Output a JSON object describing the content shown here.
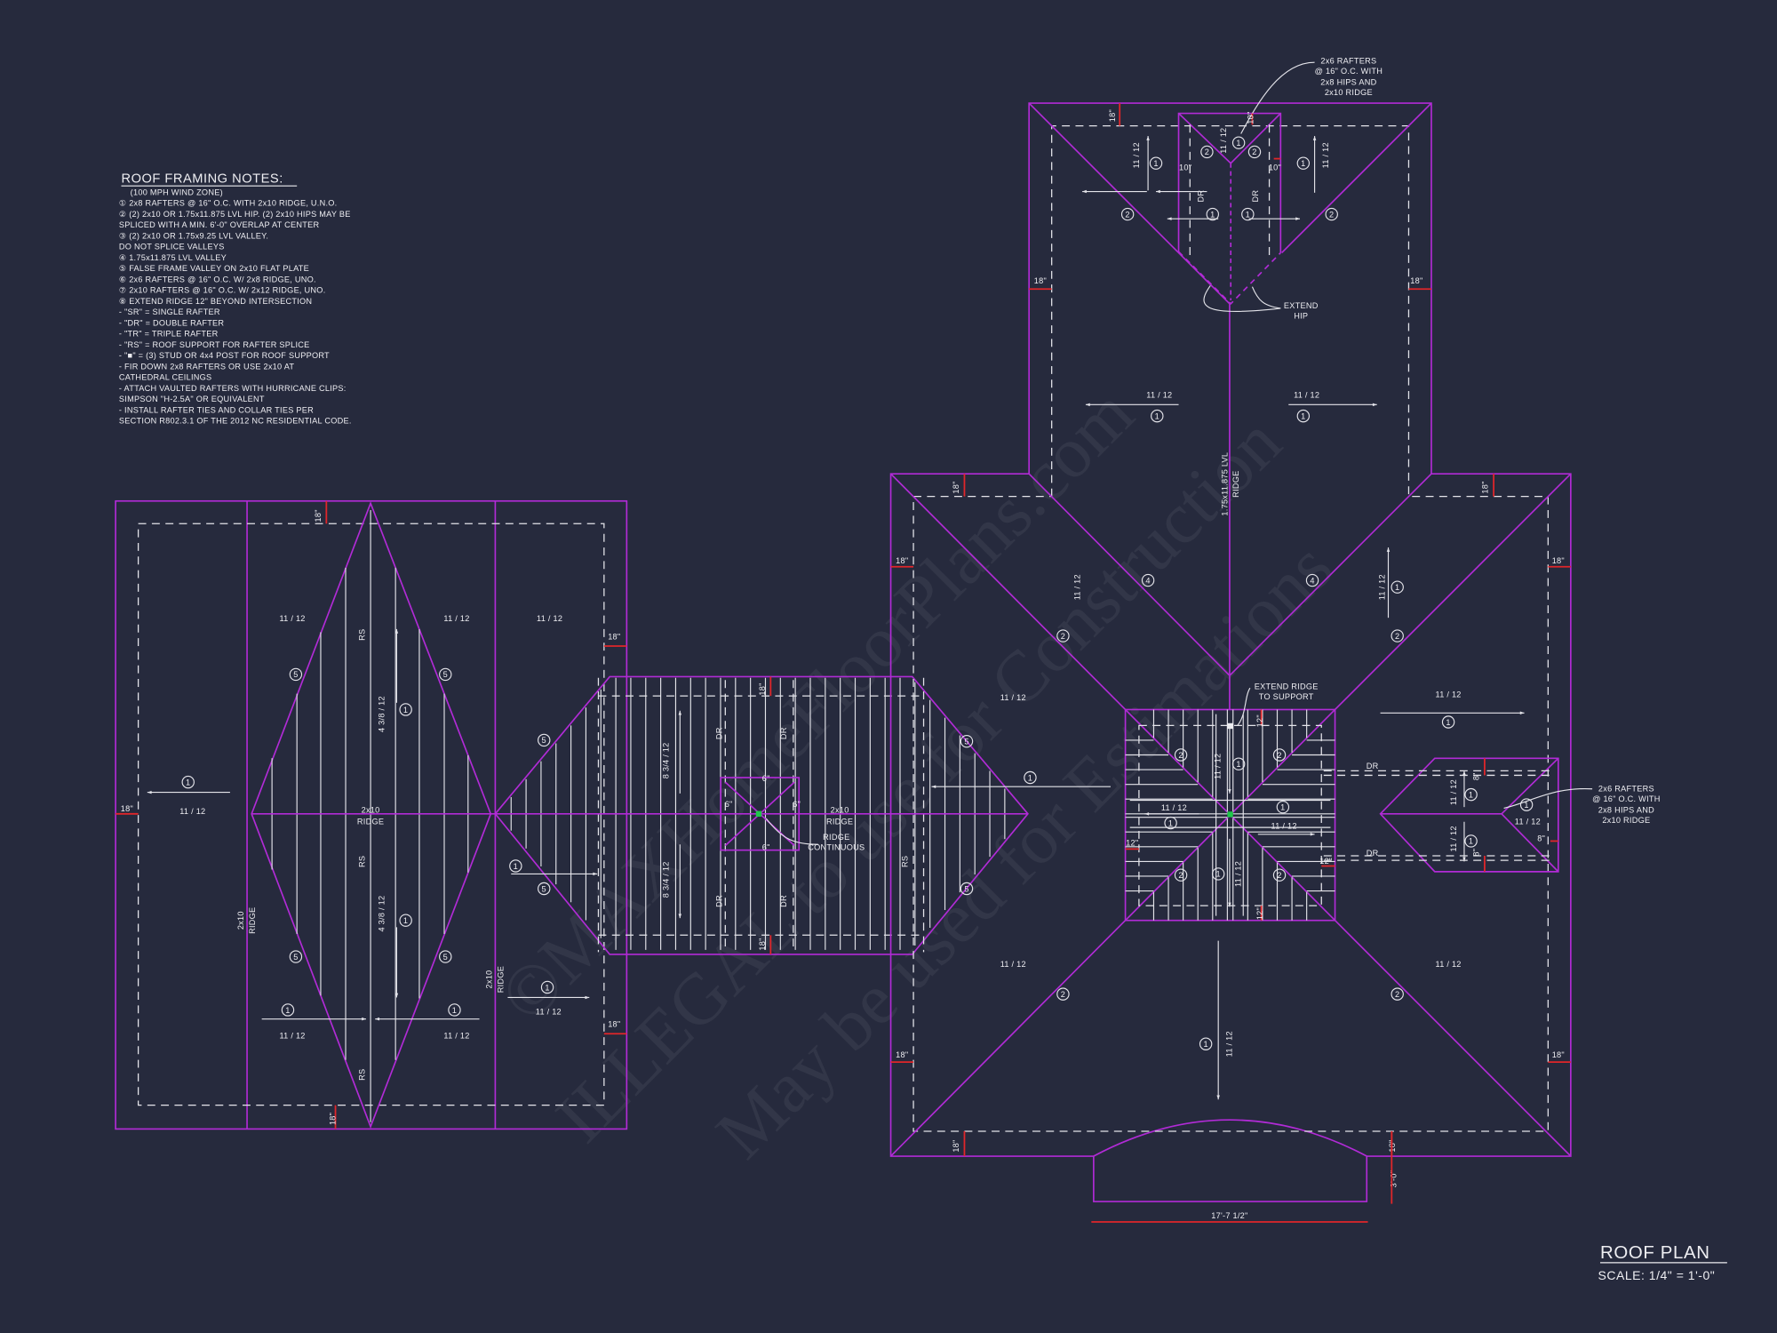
{
  "notes": {
    "title": "ROOF FRAMING NOTES:",
    "lines": [
      "(100 MPH WIND ZONE)",
      "① 2x8 RAFTERS @ 16\" O.C. WITH 2x10 RIDGE, U.N.O.",
      "② (2) 2x10 OR 1.75x11.875 LVL HIP. (2) 2x10 HIPS MAY BE",
      "    SPLICED WITH A MIN. 6'-0\" OVERLAP AT CENTER",
      "③ (2) 2x10 OR 1.75x9.25 LVL VALLEY.",
      "    DO NOT SPLICE VALLEYS",
      "④ 1.75x11.875 LVL VALLEY",
      "⑤ FALSE FRAME VALLEY ON 2x10 FLAT PLATE",
      "⑥ 2x6 RAFTERS @ 16\" O.C. W/ 2x8 RIDGE, UNO.",
      "⑦ 2x10 RAFTERS @ 16\" O.C. W/ 2x12 RIDGE, UNO.",
      "⑧ EXTEND RIDGE 12\" BEYOND INTERSECTION",
      "-  \"SR\" = SINGLE RAFTER",
      "-  \"DR\" = DOUBLE RAFTER",
      "-  \"TR\" = TRIPLE RAFTER",
      "-  \"RS\" = ROOF SUPPORT FOR RAFTER SPLICE",
      "-  \"■\"  = (3) STUD OR 4x4 POST FOR ROOF SUPPORT",
      "-  FIR DOWN 2x8 RAFTERS OR USE 2x10 AT",
      "    CATHEDRAL CEILINGS",
      "-  ATTACH VAULTED RAFTERS WITH HURRICANE CLIPS:",
      "    SIMPSON \"H-2.5A\" OR EQUIVALENT",
      "-  INSTALL RAFTER TIES AND COLLAR TIES PER",
      "    SECTION R802.3.1 OF THE 2012 NC RESIDENTIAL CODE."
    ]
  },
  "labels": {
    "pitch": "11 / 12",
    "pitch_low": "4 3/8 / 12",
    "pitch_mid": "8 3/4 / 12",
    "rs": "RS",
    "dr": "DR",
    "ridge_2x10_a": "2x10",
    "ridge_2x10_b": "RIDGE",
    "lvl_ridge_a": "1.75x11.875 LVL",
    "lvl_ridge_b": "RIDGE",
    "ridge_continuous_a": "RIDGE",
    "ridge_continuous_b": "CONTINUOUS",
    "extend_hip_a": "EXTEND",
    "extend_hip_b": "HIP",
    "extend_ridge_a": "EXTEND RIDGE",
    "extend_ridge_b": "TO SUPPORT",
    "rafters_note": [
      "2x6 RAFTERS",
      "@ 16\" O.C. WITH",
      "2x8 HIPS AND",
      "2x10 RIDGE"
    ],
    "dim_18": "18\"",
    "dim_12": "12\"",
    "dim_10": "10\"",
    "dim_8": "8\"",
    "dim_6": "6\"",
    "dim_bump_width": "17'-7 1/2\"",
    "dim_bump_depth": "3'-0\""
  },
  "callouts": {
    "one": "1",
    "two": "2",
    "four": "4",
    "five": "5"
  },
  "title_block": {
    "title": "ROOF PLAN",
    "scale": "SCALE: 1/4\" = 1'-0\""
  },
  "watermark": [
    "©MAXHomeFloorPlans.com",
    "ILLEGAL to use for Construction",
    "May be used for Estimations"
  ],
  "colors": {
    "background": "#262a3d",
    "roof_lines": "#b12bd6",
    "framing": "#e4e4ea",
    "dimensions": "#e0262a"
  }
}
